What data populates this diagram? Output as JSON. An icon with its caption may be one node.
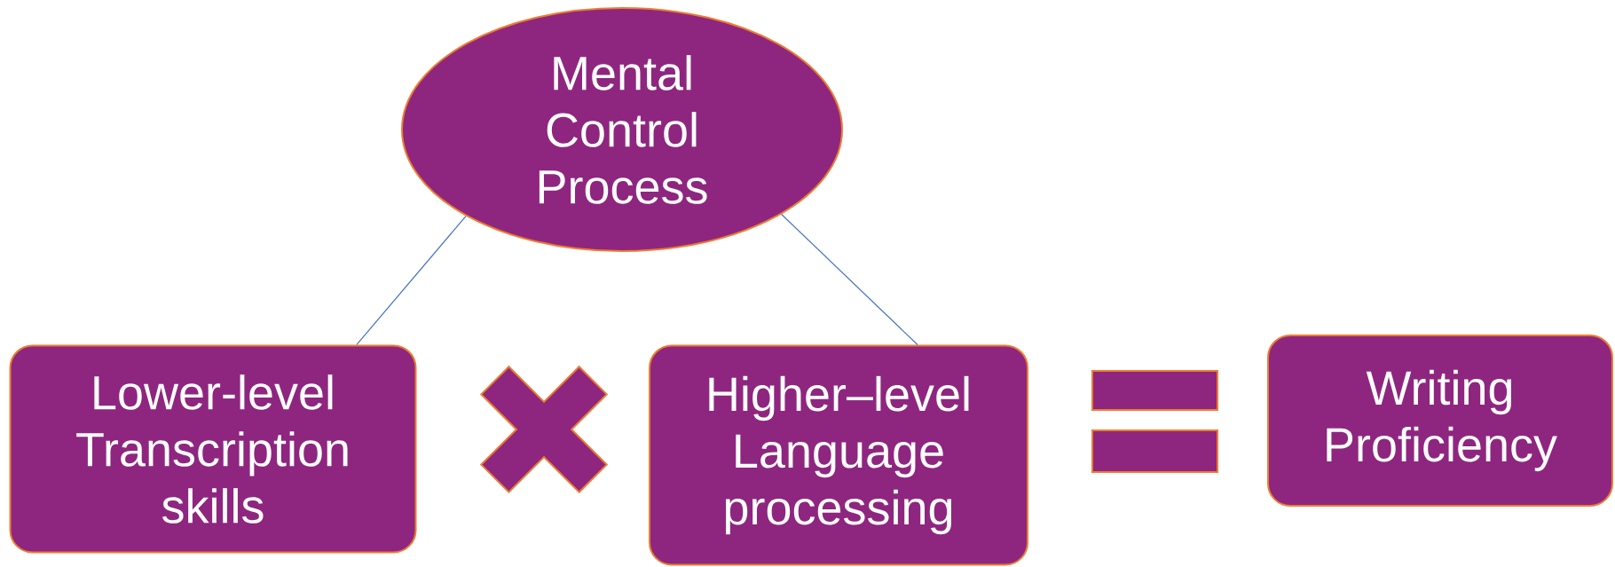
{
  "diagram": {
    "nodes": [
      {
        "text": [
          "Mental Control Process"
        ]
      },
      {
        "text": [
          "Lower-level Transcription skills"
        ]
      },
      {
        "text": [],
        "shape": "cross"
      },
      {
        "text": [
          "Higher–level Language processing"
        ]
      },
      {
        "text": [],
        "shape": "equals"
      },
      {
        "text": [
          "Writing Proficiency"
        ]
      }
    ],
    "edges": [
      {
        "from": 0,
        "to": 1,
        "arrow": "none"
      },
      {
        "from": 0,
        "to": 3,
        "arrow": "none"
      }
    ]
  }
}
